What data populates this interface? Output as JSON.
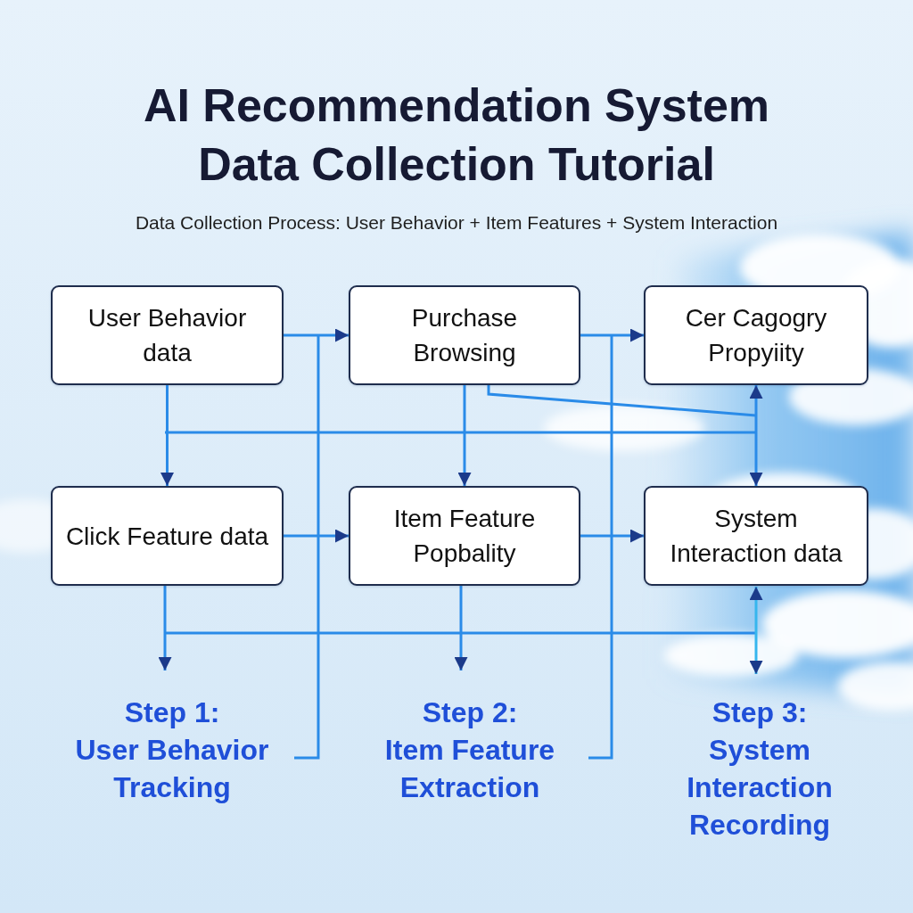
{
  "diagram": {
    "title": "AI Recommendation System Data Collection Tutorial",
    "nodes": [
      {
        "text": [
          "User Behavior data"
        ]
      },
      {
        "text": [
          "Purchase Browsing"
        ]
      },
      {
        "text": [
          "Cer Cagogry Propyiity"
        ]
      },
      {
        "text": [
          "Click Feature data"
        ]
      },
      {
        "text": [
          "Item Feature Popbality"
        ]
      },
      {
        "text": [
          "System Interaction data"
        ]
      }
    ],
    "edges": [
      {
        "from": 0,
        "to": 1,
        "arrow": "to"
      },
      {
        "from": 1,
        "to": 2,
        "arrow": "to"
      },
      {
        "from": 0,
        "to": 3,
        "arrow": "to"
      },
      {
        "from": 1,
        "to": 4,
        "arrow": "to"
      },
      {
        "from": 3,
        "to": 4,
        "arrow": "to"
      },
      {
        "from": 4,
        "to": 5,
        "arrow": "to"
      },
      {
        "from": 2,
        "to": 5,
        "arrow": "both"
      }
    ],
    "labels": [
      "Data Collection Process: User Behavior + Item Features + System Interaction",
      "Step 1:",
      "User Behavior Tracking",
      "Step 2:",
      "Item Feature Extraction",
      "Step 3:",
      "System Interaction Recording"
    ]
  }
}
